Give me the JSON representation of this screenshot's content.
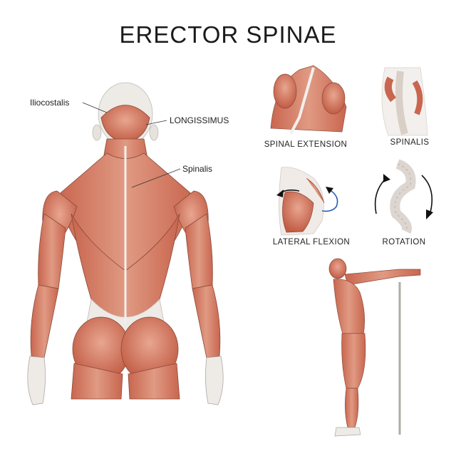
{
  "title": "ERECTOR SPINAE",
  "callouts": {
    "iliocostalis": "Iliocostalis",
    "longissimus": "LONGISSIMUS",
    "spinalis": "Spinalis"
  },
  "panels": {
    "spinal_extension": "SPINAL EXTENSION",
    "spinalis": "SPINALIS",
    "lateral_flexion": "LATERAL FLEXION",
    "rotation": "ROTATION"
  },
  "colors": {
    "muscle": "#d9826a",
    "muscle_dark": "#b85a45",
    "tendon": "#f1ece8",
    "bone": "#ece8e2",
    "arrow_blue": "#2a5db0"
  }
}
